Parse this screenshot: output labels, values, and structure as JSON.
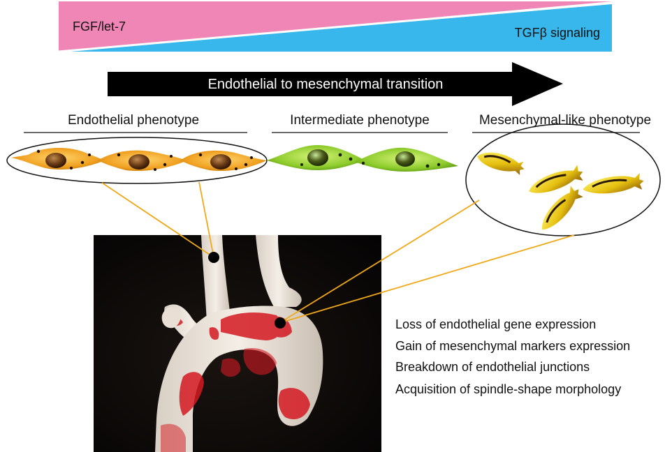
{
  "gradient_bar": {
    "left_label": "FGF/let-7",
    "right_label": "TGFβ signaling",
    "left_color": "#EF86B5",
    "right_color": "#37B7EC"
  },
  "arrow": {
    "label": "Endothelial to mesenchymal transition",
    "color": "#000000"
  },
  "phenotypes": [
    {
      "label": "Endothelial phenotype",
      "cell_color": "#F0A020"
    },
    {
      "label": "Intermediate phenotype",
      "cell_color": "#8CCB2A"
    },
    {
      "label": "Mesenchymal-like phenotype",
      "cell_color": "#E6C010"
    }
  ],
  "connector_color": "#F0A818",
  "changes": [
    "Loss of endothelial gene expression",
    "Gain of mesenchymal markers expression",
    "Breakdown of endothelial junctions",
    "Acquisition of spindle-shape morphology"
  ]
}
